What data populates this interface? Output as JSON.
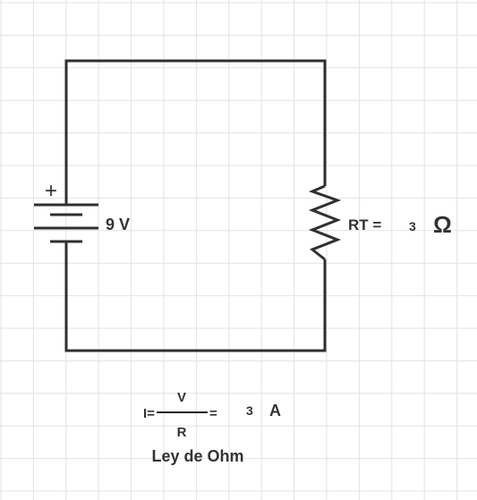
{
  "circuit": {
    "battery": {
      "voltage_label": "9 V",
      "plus_sign": "+"
    },
    "resistor": {
      "label": "RT =",
      "value": "3",
      "unit": "Ω",
      "unit_color": "#e00000"
    },
    "wire_color": "#2f2f2f"
  },
  "formula": {
    "lhs": "I=",
    "numerator": "V",
    "denominator": "R",
    "equals": "=",
    "result_value": "3",
    "result_unit": "A",
    "caption": "Ley de Ohm"
  }
}
